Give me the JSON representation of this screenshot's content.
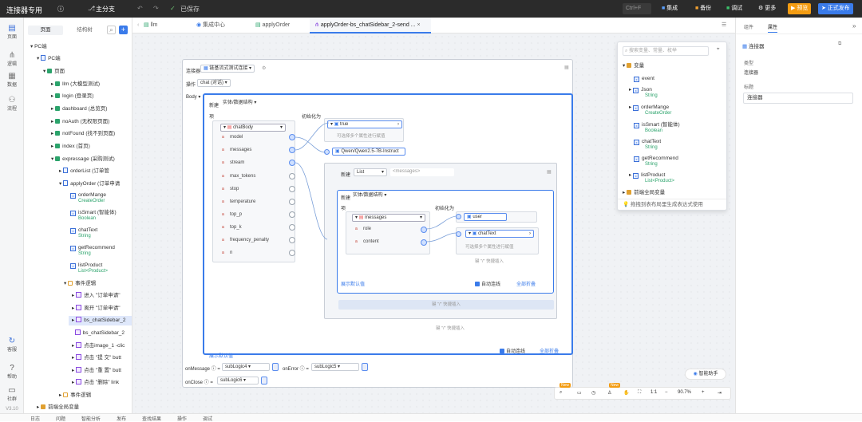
{
  "topbar": {
    "title": "连接器专用",
    "branch": "主分支",
    "saved": "已保存",
    "shortcut": "Ctrl+F",
    "integrate": "集成",
    "backup": "备份",
    "debug": "调试",
    "more": "更多",
    "preview": "预览",
    "publish": "正式发布"
  },
  "iconbar": {
    "page": "页面",
    "logic": "逻辑",
    "data": "数据",
    "process": "流程",
    "service": "客服",
    "help": "帮助",
    "community": "社群",
    "version": "V3.10"
  },
  "tree": {
    "tab_page": "页面",
    "tab_structure": "结构树",
    "add": "+",
    "items": [
      "PC端",
      "PC端",
      "页面",
      "llm (大模型测试)",
      "login (登录页)",
      "dashboard (总览页)",
      "noAuth (无权限页面)",
      "notFound (找不到页面)",
      "index (首页)",
      "expressage (采购测试)",
      "orderList (订单管",
      "applyOrder (订单申请"
    ],
    "vars": [
      {
        "name": "orderMange",
        "type": "CreateOrder"
      },
      {
        "name": "isSmart (智能体)",
        "type": "Boolean"
      },
      {
        "name": "chatText",
        "type": "String"
      },
      {
        "name": "getRecommend",
        "type": "String"
      },
      {
        "name": "listProduct",
        "type": "List<Product>"
      }
    ],
    "events_title": "事件逻辑",
    "events": [
      "进入 \"订单申请\"",
      "离开 \"订单申请\"",
      "bs_chatSidebar_2",
      "bs_chatSidebar_2",
      "点击image_1 -clic",
      "点击 \"提 交\" butt",
      "点击 \"重 置\" butt",
      "点击 \"删除\" link"
    ],
    "events2": "事件逻辑",
    "frontend_vars": "前端全局变量"
  },
  "tabs": [
    "llm",
    "集成中心",
    "applyOrder",
    "applyOrder-bs_chatSidebar_2-send ..."
  ],
  "canvas": {
    "connector_label": "连接器",
    "connector_value": "链基流式测试连接",
    "op_label": "操作",
    "op_value": "chat (对话)",
    "body_label": "Body",
    "new_label": "新建",
    "type_entity": "实体/数据结构",
    "col_item": "项",
    "col_init": "初始化为",
    "chatBody": "chatBody",
    "fields": [
      "model",
      "messages",
      "stream",
      "max_tokens",
      "stop",
      "temperature",
      "top_p",
      "top_k",
      "frequency_penalty",
      "n"
    ],
    "true_val": "true",
    "hint_multi": "可选择多个属性进行赋值",
    "model_val": "Qwen/Qwen2.5-7B-Instruct",
    "list_label": "List",
    "messages_ph": "<messages>",
    "messages": "messages",
    "role": "role",
    "content": "content",
    "user_val": "user",
    "chatText_val": "chatText",
    "quick_insert": "键 \"/\" 快捷插入",
    "show_default": "展示默认值",
    "auto_wire": "自动连线",
    "collapse_all": "全部折叠",
    "onMessage": "onMessage",
    "subLogic4": "subLogic4",
    "onError": "onError",
    "subLogic5": "subLogic5",
    "onClose": "onClose",
    "subLogic6": "subLogic6",
    "assistant": "智能助手",
    "zoom": "90.7%",
    "new_badge": "New"
  },
  "popup": {
    "search_ph": "搜索变量、常量、枚举",
    "vars_group": "变量",
    "items": [
      {
        "name": "event",
        "type": ""
      },
      {
        "name": "Json",
        "type": "String"
      },
      {
        "name": "orderMange",
        "type": "CreateOrder"
      },
      {
        "name": "isSmart (智能体)",
        "type": "Boolean"
      },
      {
        "name": "chatText",
        "type": "String"
      },
      {
        "name": "getRecommend",
        "type": "String"
      },
      {
        "name": "listProduct",
        "type": "List<Product>"
      }
    ],
    "frontend": "前端全局变量",
    "footer": "拖拽到表布局里生成表达式使用"
  },
  "rightpanel": {
    "tab_comp": "组件",
    "tab_attr": "属性",
    "title": "连接器",
    "type_label": "类型",
    "type_value": "连接器",
    "name_label": "标题",
    "name_value": "连接器"
  },
  "bottombar": [
    "日志",
    "问题",
    "智能分析",
    "发布",
    "查找结果",
    "操作",
    "调试"
  ]
}
